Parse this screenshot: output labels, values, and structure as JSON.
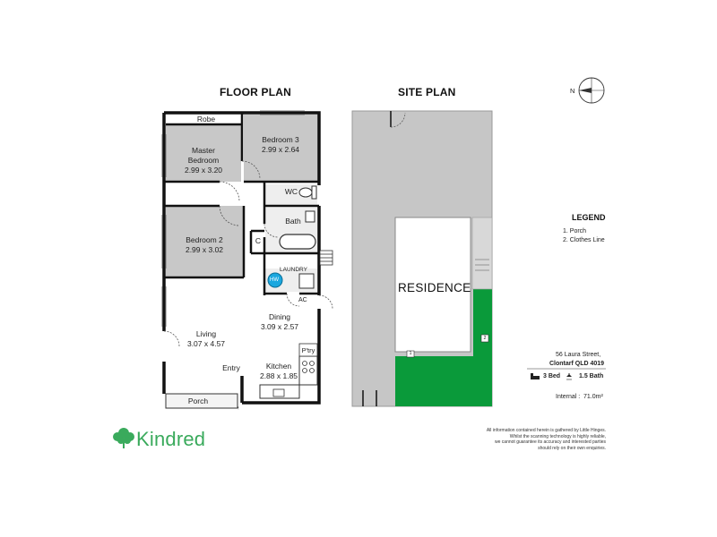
{
  "headings": {
    "floor_plan": "FLOOR PLAN",
    "site_plan": "SITE PLAN"
  },
  "rooms": {
    "robe": "Robe",
    "master_name": "Master",
    "master_name2": "Bedroom",
    "master_dims": "2.99 x 3.20",
    "bed3_name": "Bedroom 3",
    "bed3_dims": "2.99 x 2.64",
    "bed2_name": "Bedroom 2",
    "bed2_dims": "2.99 x 3.02",
    "wc": "WC",
    "bath": "Bath",
    "c": "C",
    "laundry": "LAUNDRY",
    "hw": "HW",
    "ac": "AC",
    "dining_name": "Dining",
    "dining_dims": "3.09 x 2.57",
    "living_name": "Living",
    "living_dims": "3.07 x 4.57",
    "pantry": "P'try",
    "kitchen_name": "Kitchen",
    "kitchen_dims": "2.88 x 1.85",
    "entry": "Entry",
    "porch": "Porch"
  },
  "site": {
    "residence": "RESIDENCE",
    "marker1": "1",
    "marker2": "2"
  },
  "compass": {
    "north": "N"
  },
  "legend": {
    "title": "LEGEND",
    "item1": "1. Porch",
    "item2": "2. Clothes Line"
  },
  "property": {
    "address1": "56 Laura Street,",
    "address2": "Clontarf QLD 4019",
    "beds": "3 Bed",
    "baths": "1.5 Bath",
    "internal_label": "Internal :",
    "internal_value": "71.0m²"
  },
  "disclaimer": {
    "line1": "All information contained herein is gathered by Little Hinges.",
    "line2": "Whilst the scanning technology is highly reliable,",
    "line3": "we cannot guarantee its accuracy and interested parties",
    "line4": "should rely on their own enquiries."
  },
  "brand": {
    "name": "Kindred"
  },
  "colors": {
    "grass": "#0a9a3a",
    "bedroom_fill": "#c8c8c8",
    "site_grey": "#c6c6c6",
    "hw_blue": "#1aa7df",
    "brand_green": "#3aaa5c"
  }
}
